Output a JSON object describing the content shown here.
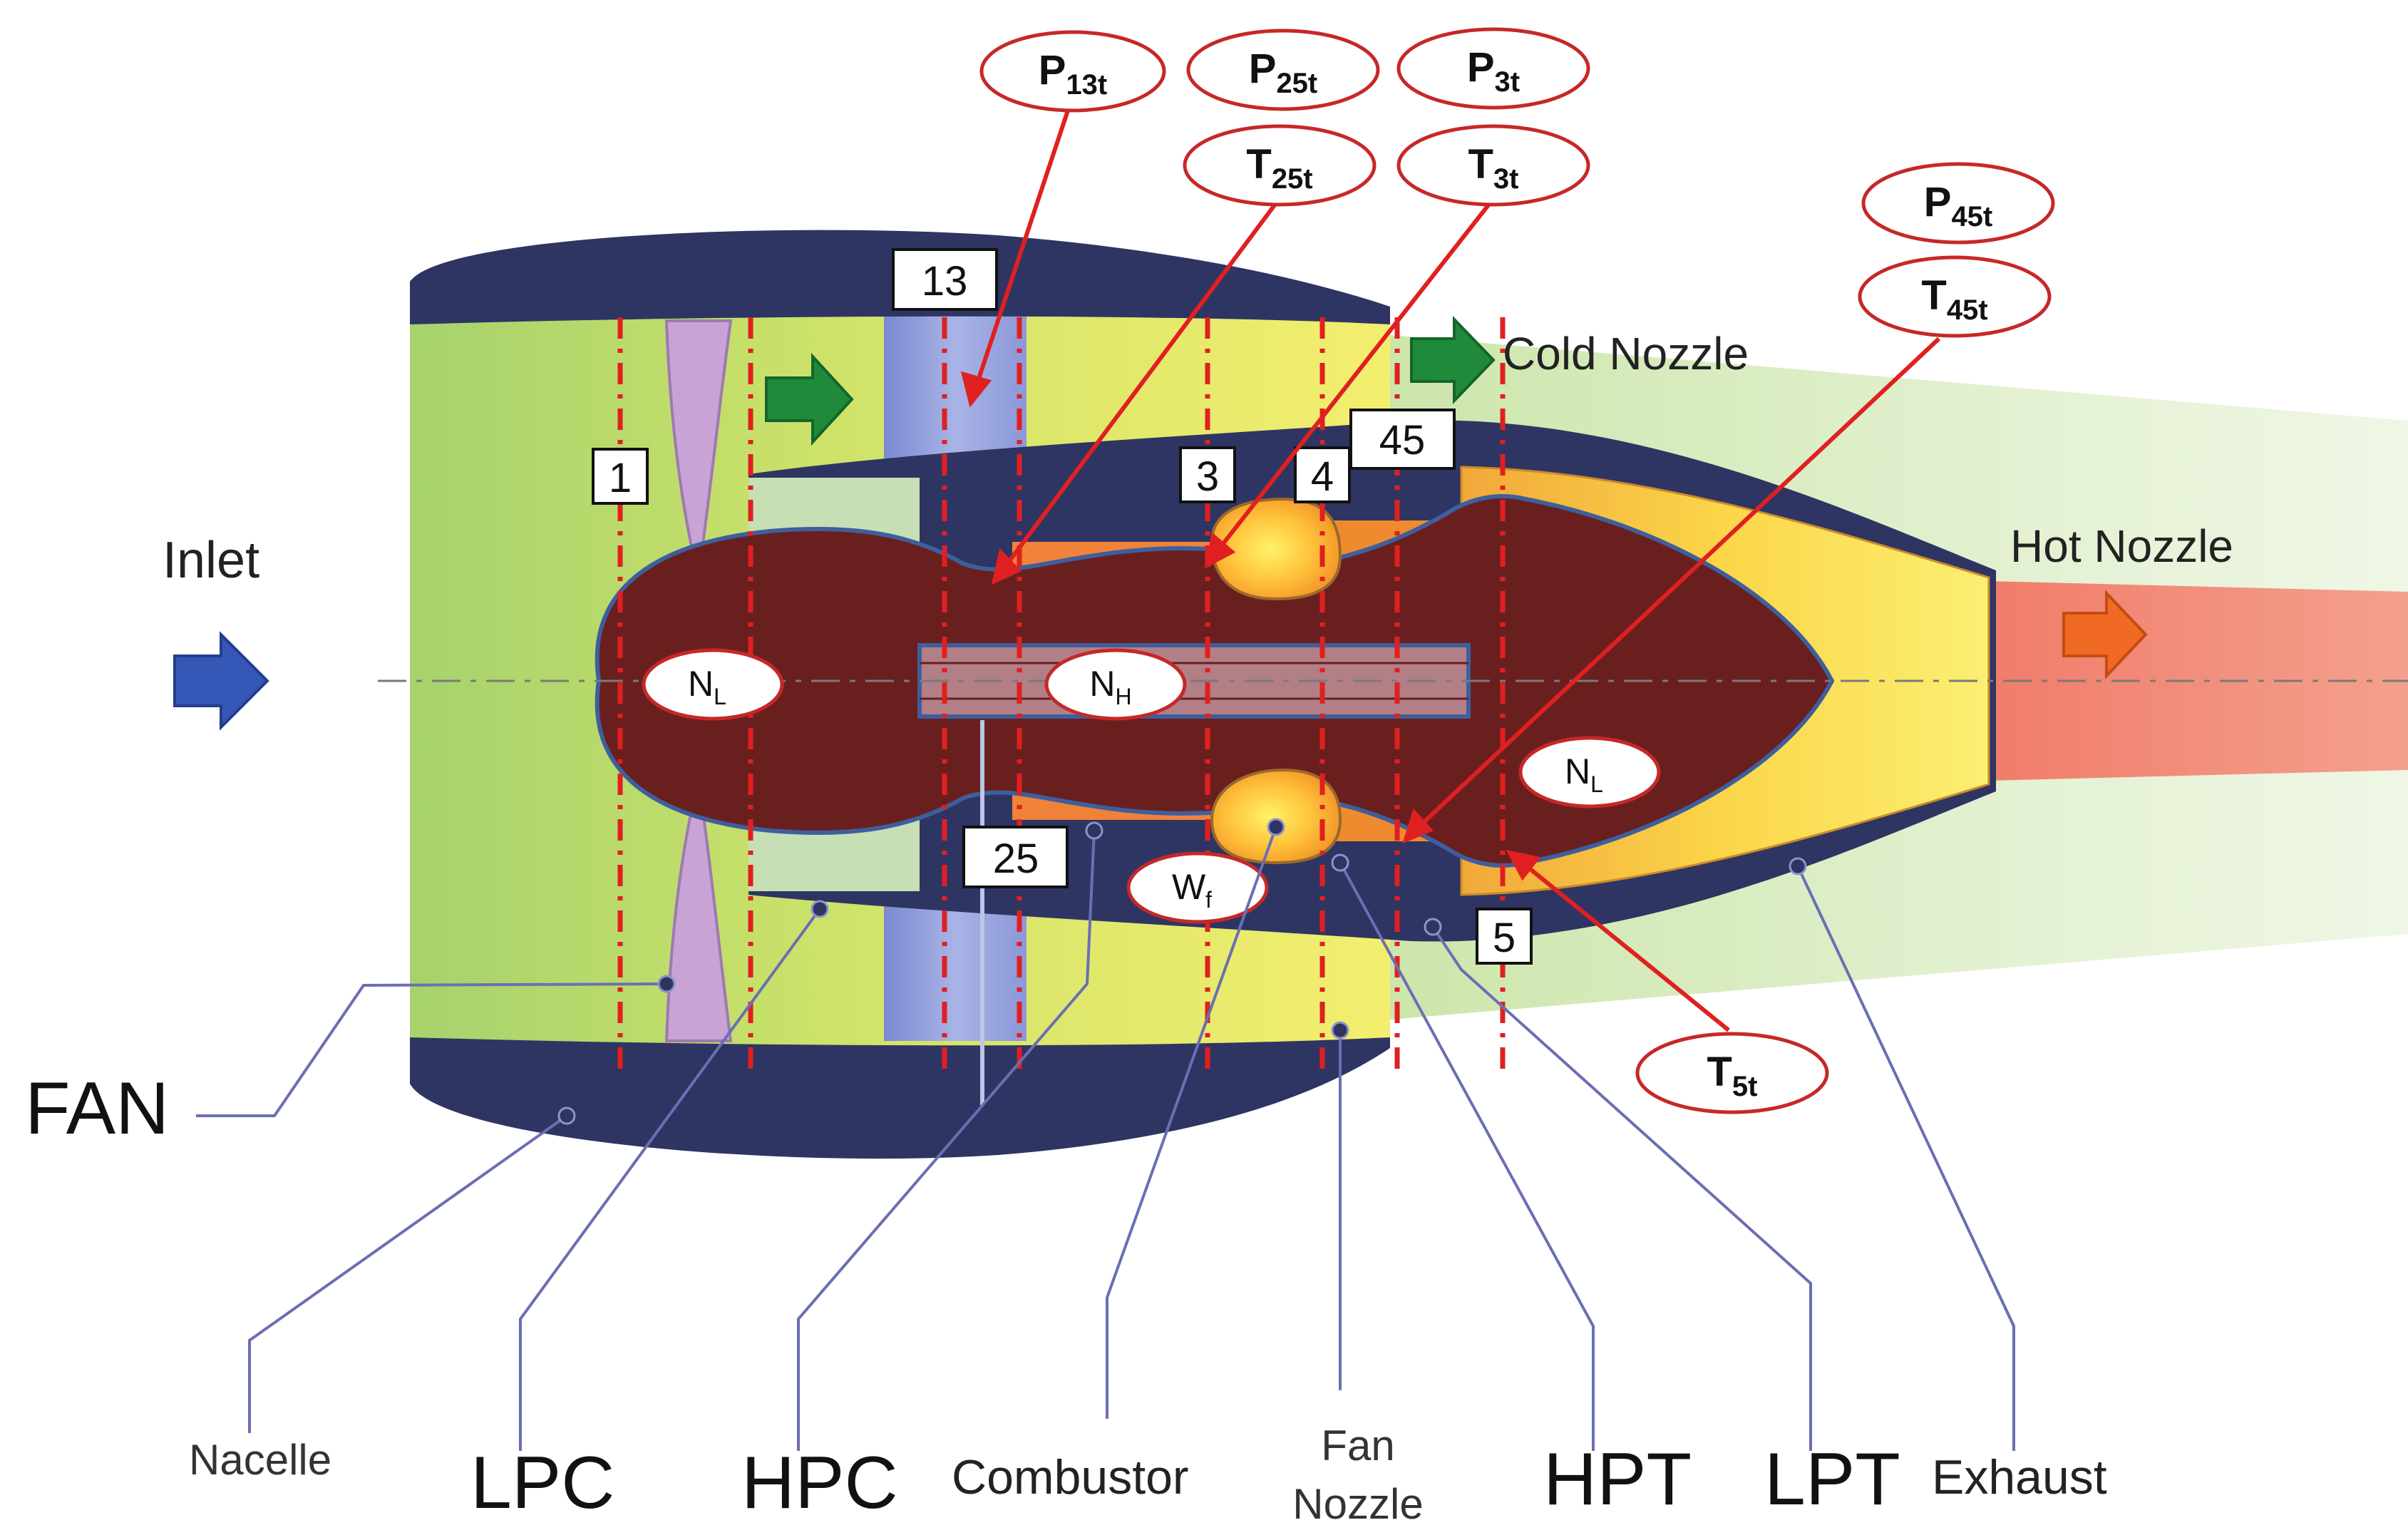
{
  "labels": {
    "inlet": "Inlet",
    "cold_nozzle": "Cold Nozzle",
    "hot_nozzle": "Hot Nozzle"
  },
  "components": {
    "fan": "FAN",
    "nacelle": "Nacelle",
    "lpc": "LPC",
    "hpc": "HPC",
    "combustor": "Combustor",
    "fan_nozzle_line1": "Fan",
    "fan_nozzle_line2": "Nozzle",
    "hpt": "HPT",
    "lpt": "LPT",
    "exhaust": "Exhaust"
  },
  "stations": {
    "s1": "1",
    "s13": "13",
    "s25": "25",
    "s3": "3",
    "s4": "4",
    "s45": "45",
    "s5": "5"
  },
  "sensors": {
    "p13t": {
      "main": "P",
      "sub": "13t"
    },
    "p25t": {
      "main": "P",
      "sub": "25t"
    },
    "p3t": {
      "main": "P",
      "sub": "3t"
    },
    "t25t": {
      "main": "T",
      "sub": "25t"
    },
    "t3t": {
      "main": "T",
      "sub": "3t"
    },
    "p45t": {
      "main": "P",
      "sub": "45t"
    },
    "t45t": {
      "main": "T",
      "sub": "45t"
    },
    "t5t": {
      "main": "T",
      "sub": "5t"
    },
    "nl_front": {
      "main": "N",
      "sub": "L"
    },
    "nh": {
      "main": "N",
      "sub": "H"
    },
    "nl_rear": {
      "main": "N",
      "sub": "L"
    },
    "wf": {
      "main": "W",
      "sub": "f"
    }
  },
  "colors": {
    "nacelle": "#2e3563",
    "core": "#6a1f1f",
    "station_line": "#e02020",
    "sensor_outline": "#c62828",
    "leader_line": "#6a6fb3",
    "inlet_arrow": "#3457b8",
    "cold_arrow": "#1f8a3a",
    "hot_arrow": "#f06a24"
  }
}
